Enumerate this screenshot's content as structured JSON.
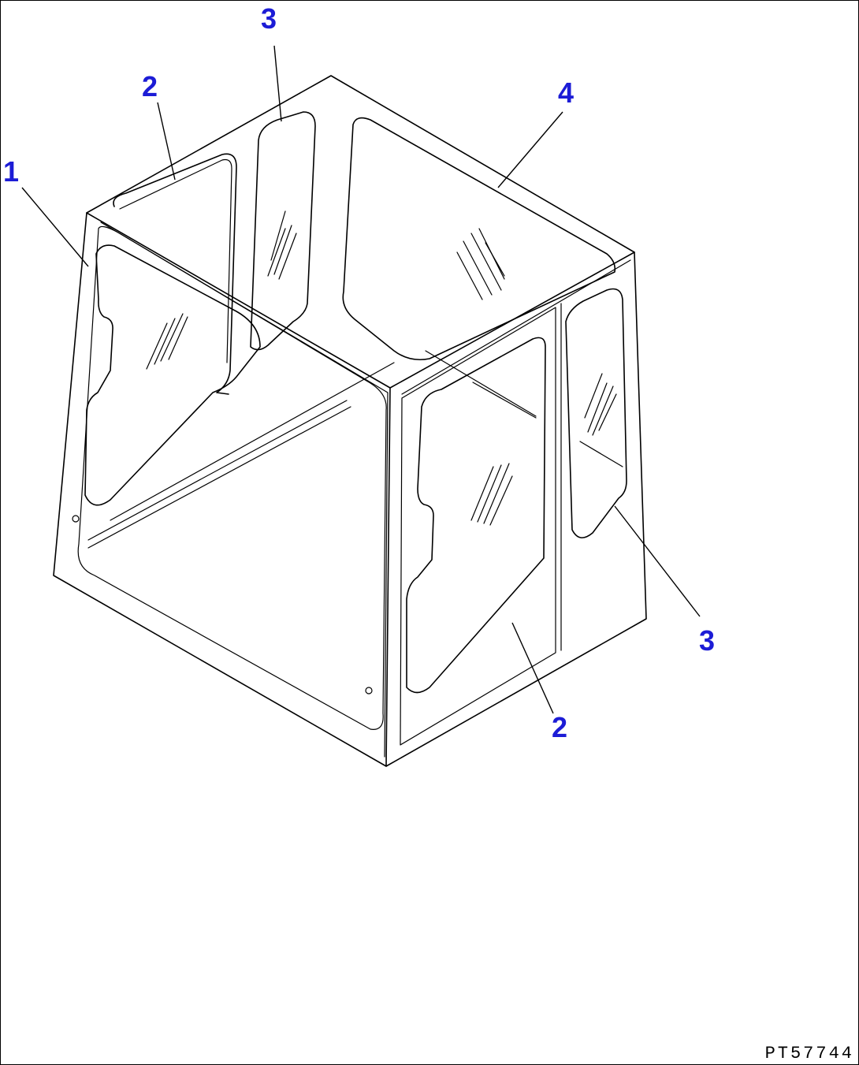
{
  "callouts": {
    "c1": "1",
    "c2_top": "2",
    "c3_top": "3",
    "c4": "4",
    "c3_right": "3",
    "c2_bottom": "2"
  },
  "drawing_code": "PT57744",
  "colors": {
    "callout": "#1c1cd6",
    "line": "#000000",
    "background": "#ffffff"
  }
}
